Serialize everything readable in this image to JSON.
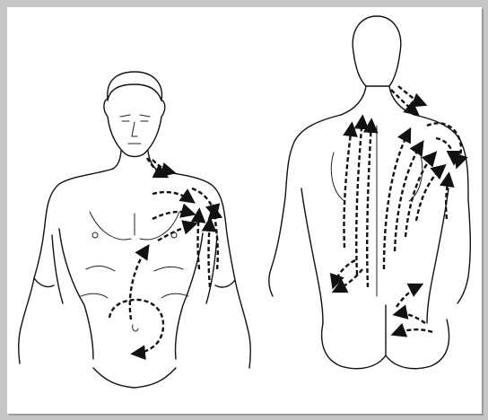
{
  "illustration": {
    "figures": [
      {
        "id": "front-view",
        "view": "front"
      },
      {
        "id": "back-view",
        "view": "back"
      }
    ],
    "arrow_style": "dashed"
  }
}
